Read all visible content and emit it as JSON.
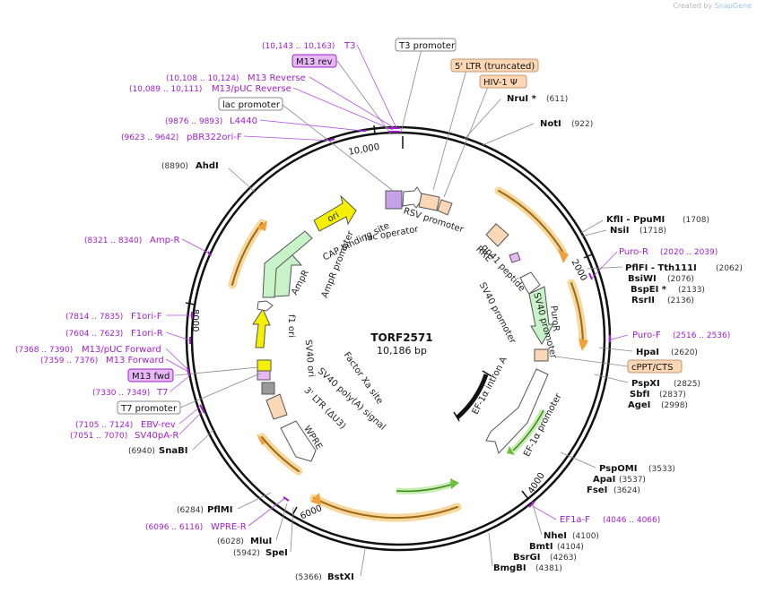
{
  "credit": {
    "prefix": "Created by",
    "brand": "SnapGene"
  },
  "plasmid": {
    "name": "TORF2571",
    "size": "10,186 bp"
  },
  "colors": {
    "primer": "#a020d0",
    "orange_arrow": "#f2a13a",
    "green_arrow": "#6fbf3a",
    "ampr": "#c8f2c8",
    "ori": "#f4f000",
    "box_peach": "#fbd7b5",
    "box_purple": "#e6b8f5",
    "box_white": "#ffffff"
  },
  "ticks": [
    {
      "label": "2000",
      "pos": 2000
    },
    {
      "label": "4000",
      "pos": 4000
    },
    {
      "label": "6000",
      "pos": 6000
    },
    {
      "label": "8000",
      "pos": 8000
    },
    {
      "label": "10,000",
      "pos": 10000
    }
  ],
  "features_inner": [
    {
      "label": "CAP binding site",
      "type": "text"
    },
    {
      "label": "lac operator",
      "type": "text"
    },
    {
      "label": "RSV promoter",
      "type": "text"
    },
    {
      "label": "RRE",
      "type": "text"
    },
    {
      "label": "gp41 peptide",
      "type": "text"
    },
    {
      "label": "SV40 promoter",
      "type": "text"
    },
    {
      "label": "SV40 promoter",
      "type": "text"
    },
    {
      "label": "PuroR",
      "type": "arrow"
    },
    {
      "label": "EF-1α promoter",
      "type": "arrow"
    },
    {
      "label": "EF-1α intron A",
      "type": "text"
    },
    {
      "label": "Factor Xa site",
      "type": "text"
    },
    {
      "label": "SV40 poly(A) signal",
      "type": "text"
    },
    {
      "label": "3' LTR (ΔU3)",
      "type": "text"
    },
    {
      "label": "WPRE",
      "type": "arrow"
    },
    {
      "label": "SV40 ori",
      "type": "text"
    },
    {
      "label": "f1 ori",
      "type": "text"
    },
    {
      "label": "AmpR promoter",
      "type": "text"
    },
    {
      "label": "AmpR",
      "type": "arrow"
    },
    {
      "label": "ori",
      "type": "arrow"
    }
  ],
  "boxed_labels": [
    {
      "text": "T3 promoter",
      "style": "white"
    },
    {
      "text": "5' LTR (truncated)",
      "style": "peach"
    },
    {
      "text": "HIV-1 Ψ",
      "style": "peach"
    },
    {
      "text": "lac promoter",
      "style": "white"
    },
    {
      "text": "M13 rev",
      "style": "purple"
    },
    {
      "text": "cPPT/CTS",
      "style": "peach"
    },
    {
      "text": "M13 fwd",
      "style": "purple"
    },
    {
      "text": "T7 promoter",
      "style": "white"
    }
  ],
  "sites_right": [
    {
      "name": "NruI *",
      "pos": "(611)"
    },
    {
      "name": "NotI",
      "pos": "(922)"
    },
    {
      "name": "KflI - PpuMI",
      "pos": "(1708)"
    },
    {
      "name": "NsiI",
      "pos": "(1718)"
    },
    {
      "name": "PflFI - Tth111I",
      "pos": "(2062)"
    },
    {
      "name": "BsiWI",
      "pos": "(2076)"
    },
    {
      "name": "BspEI *",
      "pos": "(2133)"
    },
    {
      "name": "RsrII",
      "pos": "(2136)"
    },
    {
      "name": "HpaI",
      "pos": "(2620)"
    },
    {
      "name": "PspXI",
      "pos": "(2825)"
    },
    {
      "name": "SbfI",
      "pos": "(2837)"
    },
    {
      "name": "AgeI",
      "pos": "(2998)"
    },
    {
      "name": "PspOMI",
      "pos": "(3533)"
    },
    {
      "name": "ApaI",
      "pos": "(3537)"
    },
    {
      "name": "FseI",
      "pos": "(3624)"
    },
    {
      "name": "NheI",
      "pos": "(4100)"
    },
    {
      "name": "BmtI",
      "pos": "(4104)"
    },
    {
      "name": "BsrGI",
      "pos": "(4263)"
    },
    {
      "name": "BmgBI",
      "pos": "(4381)"
    }
  ],
  "sites_left": [
    {
      "name": "AhdI",
      "pos": "(8890)"
    },
    {
      "name": "SnaBI",
      "pos": "(6940)"
    },
    {
      "name": "PflMI",
      "pos": "(6284)"
    },
    {
      "name": "MluI",
      "pos": "(6028)"
    },
    {
      "name": "SpeI",
      "pos": "(5942)"
    },
    {
      "name": "BstXI",
      "pos": "(5366)"
    }
  ],
  "primers_right": [
    {
      "name": "Puro-R",
      "range": "(2020 .. 2039)"
    },
    {
      "name": "Puro-F",
      "range": "(2516 .. 2536)"
    },
    {
      "name": "EF1a-F",
      "range": "(4046 .. 4066)"
    }
  ],
  "primers_left": [
    {
      "name": "T3",
      "range": "(10,143 .. 10,163)"
    },
    {
      "name": "M13 Reverse",
      "range": "(10,108 .. 10,124)"
    },
    {
      "name": "M13/pUC Reverse",
      "range": "(10,089 .. 10,111)"
    },
    {
      "name": "L4440",
      "range": "(9876 .. 9893)"
    },
    {
      "name": "pBR322ori-F",
      "range": "(9623 .. 9642)"
    },
    {
      "name": "Amp-R",
      "range": "(8321 .. 8340)"
    },
    {
      "name": "F1ori-F",
      "range": "(7814 .. 7835)"
    },
    {
      "name": "F1ori-R",
      "range": "(7604 .. 7623)"
    },
    {
      "name": "M13/pUC Forward",
      "range": "(7368 .. 7390)"
    },
    {
      "name": "M13 Forward",
      "range": "(7359 .. 7376)"
    },
    {
      "name": "T7",
      "range": "(7330 .. 7349)"
    },
    {
      "name": "EBV-rev",
      "range": "(7105 .. 7124)"
    },
    {
      "name": "SV40pA-R",
      "range": "(7051 .. 7070)"
    },
    {
      "name": "WPRE-R",
      "range": "(6096 .. 6116)"
    }
  ]
}
